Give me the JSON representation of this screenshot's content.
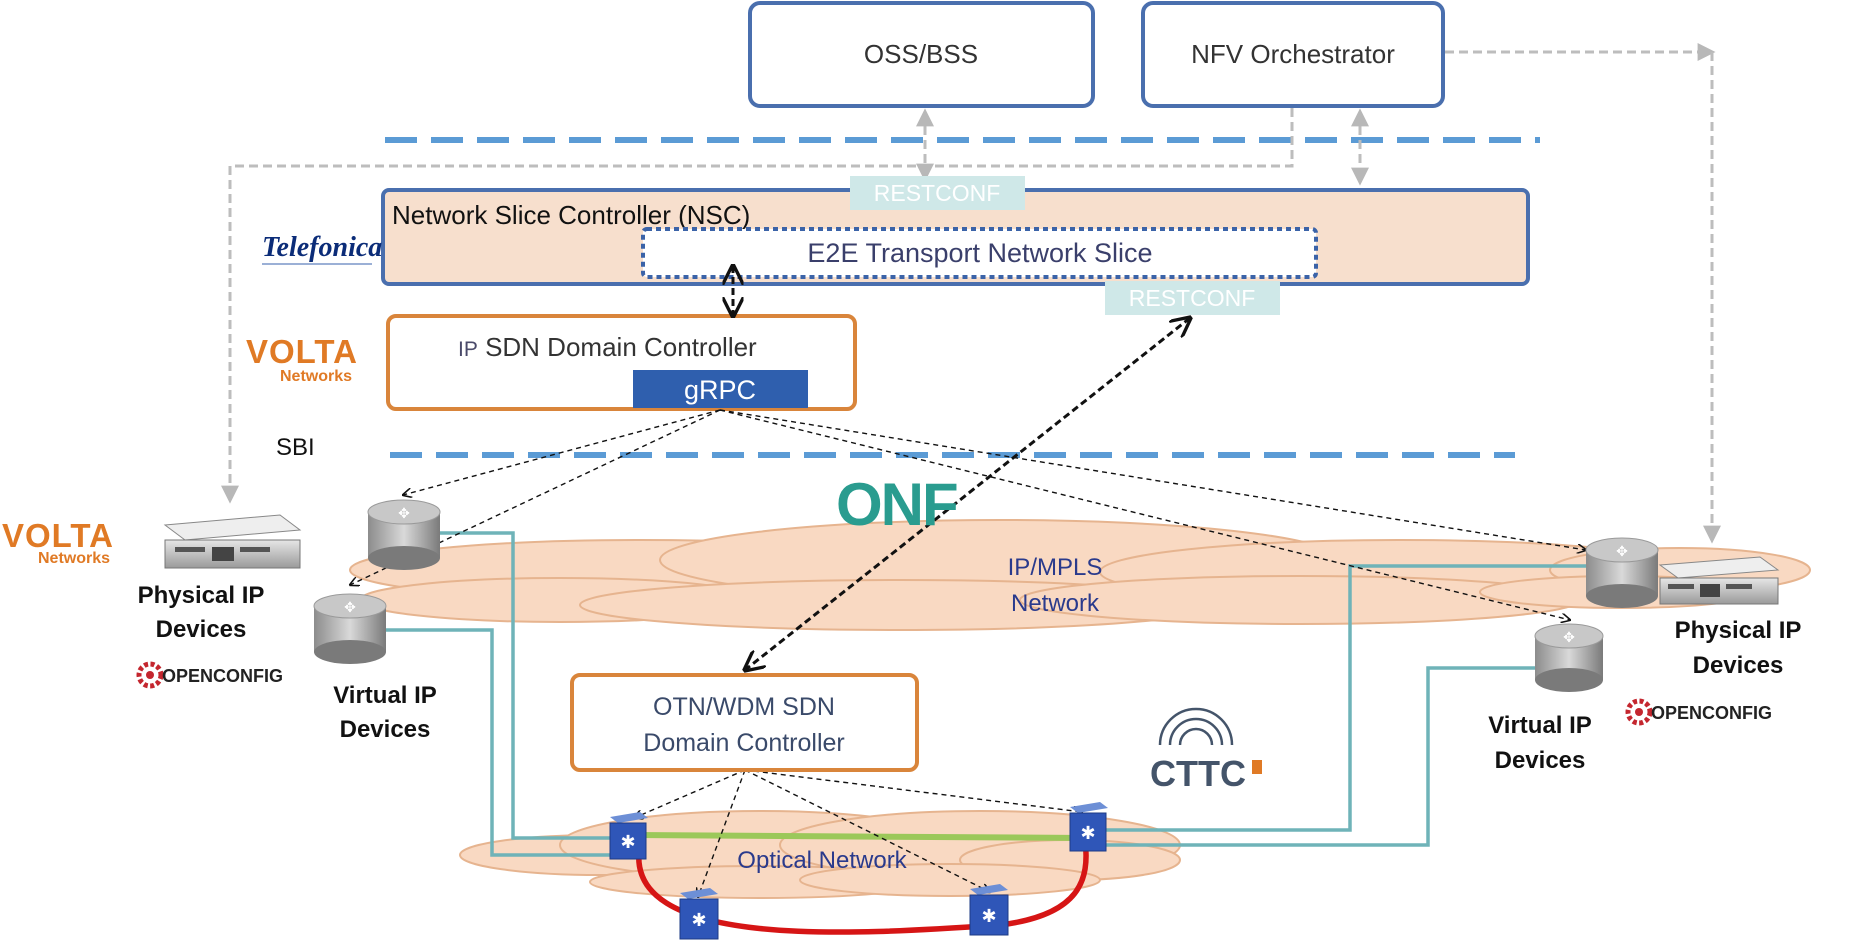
{
  "boxes": {
    "oss": "OSS/BSS",
    "nfvo": "NFV Orchestrator",
    "nsc_title": "Network Slice Controller (NSC)",
    "nsc_slice": "E2E Transport Network Slice",
    "ip_ctrl_prefix": "IP",
    "ip_ctrl_rest": " SDN Domain Controller",
    "grpc": "gRPC",
    "otn_ctrl_line1": "OTN/WDM SDN",
    "otn_ctrl_line2": "Domain Controller"
  },
  "interfaces": {
    "restconf_top": "RESTCONF",
    "restconf_mid": "RESTCONF",
    "sbi": "SBI"
  },
  "logos": {
    "telefonica": "Telefonica",
    "volta_main": "VOLTA",
    "volta_sub": "Networks",
    "openconfig": "OPENCONFIG",
    "onf": "ONF",
    "cttc": "CTTC"
  },
  "networks": {
    "ipmpls_line1": "IP/MPLS",
    "ipmpls_line2": "Network",
    "optical": "Optical Network"
  },
  "devices": {
    "physical_line1": "Physical IP",
    "physical_line2": "Devices",
    "virtual_line1": "Virtual IP",
    "virtual_line2": "Devices"
  },
  "colors": {
    "box_blue": "#4a6fae",
    "box_orange": "#d9853b",
    "nsc_fill": "#f7dfcd",
    "cloud_fill": "#f9d9c2",
    "cloud_stroke": "#e6b48f",
    "dash_blue": "#5b9bd5",
    "restconf_bg": "#cfe8e8",
    "grpc_bg": "#2f5fae",
    "link_teal": "#6fb3b8",
    "lightpath_green": "#9bc85a",
    "lightpath_red": "#d61515",
    "volta_orange": "#e07a25",
    "openconfig_red": "#c4262e"
  }
}
